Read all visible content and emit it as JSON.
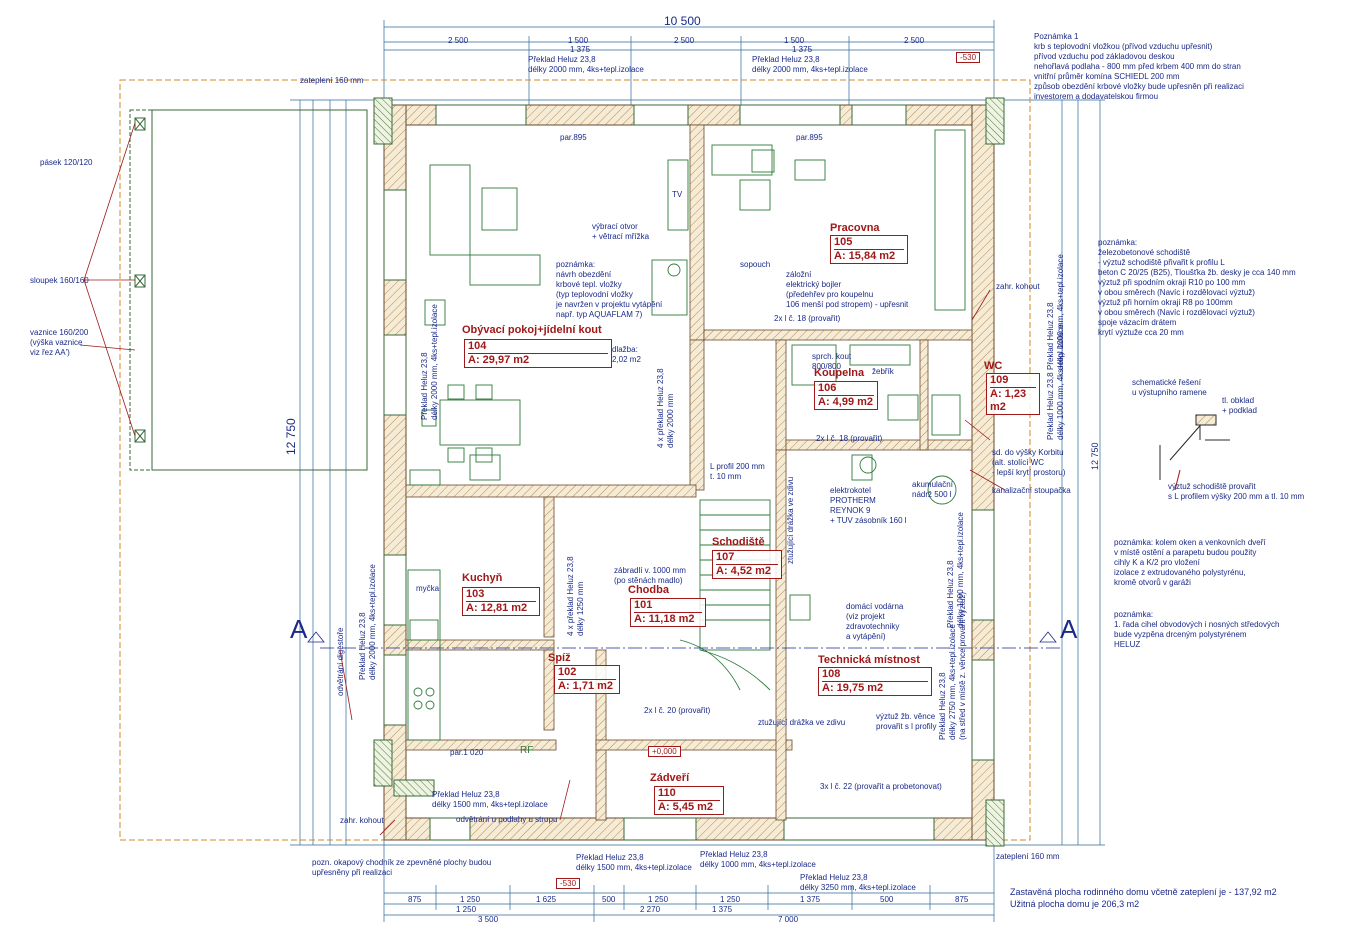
{
  "overall": {
    "width": "10 500",
    "height": "12 750",
    "height_right": "12 750"
  },
  "rooms": [
    {
      "id": "living",
      "name": "Obývací pokoj+jídelní kout",
      "number": "104",
      "area": "A: 29,97 m2"
    },
    {
      "id": "study",
      "name": "Pracovna",
      "number": "105",
      "area": "A: 15,84 m2"
    },
    {
      "id": "bath",
      "name": "Koupelna",
      "number": "106",
      "area": "A: 4,99 m2"
    },
    {
      "id": "wc",
      "name": "WC",
      "number": "109",
      "area": "A: 1,23 m2"
    },
    {
      "id": "kitchen",
      "name": "Kuchyň",
      "number": "103",
      "area": "A: 12,81 m2"
    },
    {
      "id": "stairs",
      "name": "Schodiště",
      "number": "107",
      "area": "A: 4,52 m2"
    },
    {
      "id": "corridor",
      "name": "Chodba",
      "number": "101",
      "area": "A: 11,18 m2"
    },
    {
      "id": "pantry",
      "name": "Spíž",
      "number": "102",
      "area": "A: 1,71 m2"
    },
    {
      "id": "tech",
      "name": "Technická místnost",
      "number": "108",
      "area": "A: 19,75 m2"
    },
    {
      "id": "vestibule",
      "name": "Zádveří",
      "number": "110",
      "area": "A: 5,45 m2"
    }
  ],
  "top_dims_row1": [
    "2 500",
    "1 500",
    "2 500",
    "1 500",
    "2 500"
  ],
  "top_dims_row2": [
    "1 375",
    "1 375"
  ],
  "bottom_dims_row1": [
    "875",
    "1 250",
    "1 625",
    "500",
    "1 250",
    "1 250",
    "1 375",
    "500",
    "875"
  ],
  "bottom_dims_row2": [
    "1 250",
    "2 270",
    "1 375"
  ],
  "bottom_dims_row3": [
    "3 500",
    "7 000"
  ],
  "lintels": {
    "top_left": "Překlad Heluz 23,8\ndélky 2000 mm, 4ks+tepl.izolace",
    "top_right": "Překlad Heluz 23,8\ndélky 2000 mm, 4ks+tepl.izolace",
    "bottom_left": "Překlad Heluz 23,8\ndélky 1500 mm, 4ks+tepl.izolace",
    "bottom_mid1": "Překlad Heluz 23,8\ndélky 1500 mm, 4ks+tepl.izolace",
    "bottom_mid2": "Překlad Heluz 23,8\ndélky 1000 mm, 4ks+tepl.izolace",
    "bottom_mid3": "Překlad Heluz 23,8\ndélky 3250 mm, 4ks+tepl.izolace",
    "left_kitchen": "Překlad Heluz 23,8\ndélky 2000 mm, 4ks+tepl.izolace"
  },
  "left_notes": {
    "pasek": "pásek 120/120",
    "sloupek": "sloupek 160/160",
    "vaznice": "vaznice 160/200\n(výška vaznice\nviz řez AA')",
    "zatepleni_top": "zateplení 160 mm",
    "zahr_kohout_left": "zahr. kohout",
    "odvetrani_digestore": "odvětrání digestoře",
    "odvetrani_udp": "odvětrání u podlahy u stropu",
    "pozn_okap": "pozn. okapový chodník ze zpevněné plochy budou\nupřesněny při realizaci",
    "badge_left": "-530",
    "badge_right": "-530"
  },
  "right_notes": {
    "poznamka1": "Poznámka 1\nkrb s teplovodní vložkou (přívod vzduchu upřesnit)\npřívod vzduchu pod základovou deskou\nnehořlavá podlaha - 800 mm před krbem 400 mm do stran\nvnitřní průměr komína SCHIEDL 200 mm\nzpůsob obezdění krbové vložky bude upřesněn při realizaci\ninvestorem a dodavatelskou firmou",
    "poznamka2": "poznámka:\nželezobetonové schodiště\n- výztuž schodiště přivařit k profilu L\nbeton C 20/25 (B25), Tloušťka žb. desky je cca 140 mm\nvýztuž při spodním okraji R10 po 100 mm\nv obou směrech (Navíc i rozdělovací výztuž)\nvýztuž při horním okraji R8 po 100mm\nv obou směrech (Navíc i rozdělovací výztuž)\nspoje vázacím drátem\nkrytí výztuže cca 20 mm",
    "schema": "schematické řešení\nu výstupního ramene",
    "obklad": "tl. obklad\n+ podklad",
    "vyztuz_prov": "výztuž schodiště provařit\ns L profilem výšky 200 mm a tl. 10 mm",
    "poznamka3": "poznámka: kolem oken a venkovních dveří\nv místě ostění a parapetu budou použity\ncihly K a K/2 pro vložení\nizolace z extrudovaného polystyrénu,\nkromě otvorů v garáži",
    "poznamka4": "poznámka:\n1. řada cihel obvodových i nosných středových\nbude vyzpěna drceným polystyrénem\nHELUZ",
    "zatepleni_bottom": "zateplení 160 mm",
    "summary": "Zastavěná plocha rodinného domu včetně zateplení je - 137,92 m2\nUžitná plocha domu je 206,3 m2",
    "zahr_kohout_right": "zahr. kohout",
    "kanalizace": "kanalizační stoupačka",
    "sd_note": "sd. do výšky Korbitu\n(alt. stolící WC\n- lepší krytí prostoru)",
    "tech_lintel": "Překlad Heluz 23,8\ndélky 1000 mm, 4ks+tepl.izolace",
    "tech_lintel2": "Překlad Heluz 23,8\ndélky 1000 mm, 4ks+tepl.izolace"
  },
  "interior_notes": {
    "vybraci": "výbrací otvor\n+ větrací mřížka",
    "pozn_krb": "poznámka:\nnávrh obezdění\nkrbové tepl. vložky\n(typ teplovodní vložky\nje navržen v projektu vytápění\nnapř. typ AQUAFLAM 7)",
    "sopouch": "sopouch",
    "bojler": "záložní\nelektrický bojler\n(předehřev pro koupelnu\n106 menší pod stropem) - upřesnit",
    "dlazba": "dlažba:\n2,02 m2",
    "lc18_top": "2x l č. 18 (provařit)",
    "lc18_mid": "2x l č. 18 (provařit)",
    "lc20": "2x l č. 20 (provařit)",
    "lc22": "3x l č. 22 (provařit a probetonovat)",
    "lprofil": "L profil 200 mm\nt. 10 mm",
    "kotel": "elektrokotel\nPROTHERM\nREYNOK 9\n+ TUV zásobník 160 l",
    "akum": "akumulační\nnádrž 500 l",
    "voda": "domácí vodárna\n(viz projekt\nzdravotechniky\na vytápění)",
    "zabradli": "zábradlí v. 1000 mm\n(po stěnách madlo)",
    "stuzujici1": "ztužující drážka ve zdivu",
    "stuzujici2": "ztužující drážka ve zdivu",
    "vence": "výztuž žb. věnce\nprovařit s l profily",
    "lintel_stair": "4 x překlad Heluz 23,8\ndélky 2000 mm",
    "lintel_pantry": "4 x překlad Heluz 23,8\ndélky 1250 mm",
    "lintel_kitchen_v": "Překlad Heluz 23,8\ndélky 2000 mm, 4ks+tepl.izolace",
    "lintel_tech_v": "Překlad Heluz 23,8\ndélky 2750 mm, 4ks+tepl.izolace\n(na střed v místě z. věnce provařit výztuž)",
    "lintel_wc_v": "Překlad Heluz 23,8\ndélky 1000 mm, 4ks+tepl.izolace",
    "myčka": "myčka",
    "tv": "TV",
    "zebrik": "žebřík",
    "sprch": "sprch. kout\n800/800",
    "rf": "RF",
    "lvl": "+0,000",
    "par895_1": "par.895",
    "par895_2": "par.895",
    "par1020": "par.1 020"
  },
  "section_marks": {
    "left": "A",
    "right": "A"
  }
}
